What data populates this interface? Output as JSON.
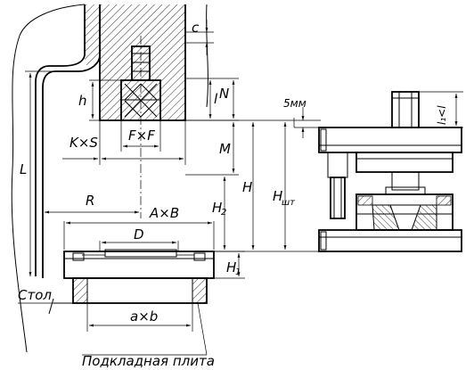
{
  "labels": {
    "c": "c",
    "h": "h",
    "l_small": "l",
    "N": "N",
    "F_x_F": "F×F",
    "K_x_S": "K×S",
    "M": "M",
    "L": "L",
    "R": "R",
    "A_x_B": "A×B",
    "H2": "H",
    "H2_sub": "2",
    "H": "H",
    "H_sht": "H",
    "H_sht_sub": "шт",
    "D": "D",
    "H1": "H",
    "H1_sub": "1",
    "five_mm": "5мм",
    "l1_less_l": "l₁<l",
    "a_x_b": "a×b",
    "stol": "Стол",
    "podkladnaya_plita": "Подкладная плита"
  }
}
